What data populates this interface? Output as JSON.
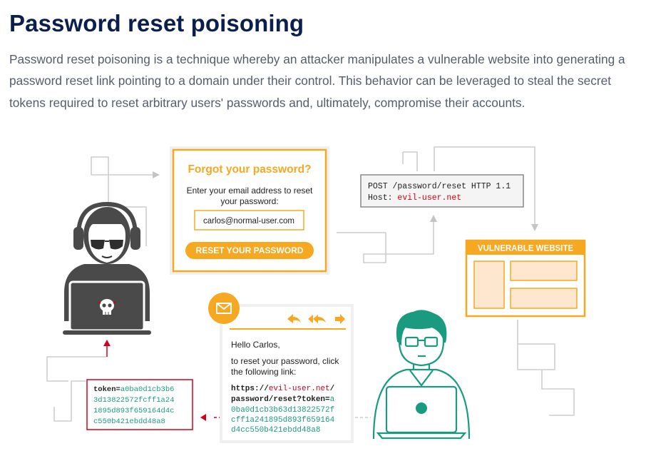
{
  "article": {
    "title": "Password reset poisoning",
    "intro": "Password reset poisoning is a technique whereby an attacker manipulates a vulnerable website into generating a password reset link pointing to a domain under their control. This behavior can be leveraged to steal the secret tokens required to reset arbitrary users' passwords and, ultimately, compromise their accounts."
  },
  "form": {
    "heading": "Forgot your password?",
    "prompt_line1": "Enter your email address to reset",
    "prompt_line2": "your password:",
    "email_value": "carlos@normal-user.com",
    "button_label": "RESET YOUR PASSWORD"
  },
  "request": {
    "line1": "POST /password/reset HTTP 1.1",
    "host_label": "Host: ",
    "host_value": "evil-user.net"
  },
  "website": {
    "label": "VULNERABLE WEBSITE"
  },
  "email": {
    "greeting": "Hello Carlos,",
    "body_line1": "to reset your password, click",
    "body_line2": "the following link:",
    "link_line1_prefix": "https://",
    "link_line1_domain": "evil-user.net",
    "link_line1_suffix": "/",
    "link_line2_prefix": "password/reset?token=",
    "link_line2_token": "a",
    "link_line3": "0ba0d1cb3b63d13822572f",
    "link_line4": "cff1a241895d893f659164",
    "link_line5": "d4cc550b421ebdd48a8"
  },
  "token": {
    "label": "token=",
    "line1_value": "a0ba0d1cb3b6",
    "line2": "3d13822572fcff1a24",
    "line3": "1895d893f659164d4c",
    "line4": "c550b421ebdd48a8"
  },
  "colors": {
    "orange": "#f6a821",
    "red": "#d0021b",
    "green": "#1a9b7f",
    "gray": "#555555",
    "navy": "#0a1f4e"
  }
}
